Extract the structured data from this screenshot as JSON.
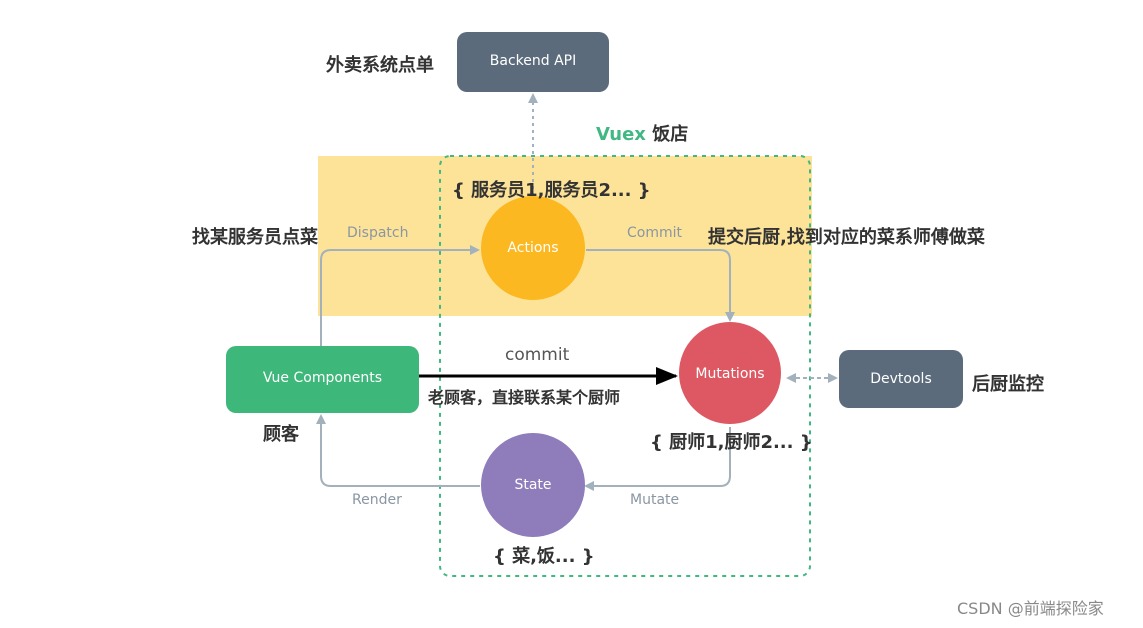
{
  "nodes": {
    "backend_api": "Backend API",
    "actions": "Actions",
    "vue_components": "Vue Components",
    "mutations": "Mutations",
    "devtools": "Devtools",
    "state": "State"
  },
  "edges": {
    "dispatch": "Dispatch",
    "commit_upper": "Commit",
    "commit_direct": "commit",
    "mutate": "Mutate",
    "render": "Render"
  },
  "annotations": {
    "takeout": "外卖系统点单",
    "store_vuex": "Vuex",
    "store_name": "饭店",
    "waiters": "{ 服务员1,服务员2... }",
    "find_waiter": "找某服务员点菜",
    "submit_kitchen": "提交后厨,找到对应的菜系师傅做菜",
    "customer": "顾客",
    "old_customer": "老顾客，直接联系某个厨师",
    "chefs": "{ 厨师1,厨师2... }",
    "kitchen_monitor": "后厨监控",
    "dishes": "{ 菜,饭... }"
  },
  "watermark": "CSDN @前端探险家",
  "colors": {
    "backend": "#5b6b7c",
    "actions": "#fbb820",
    "vue": "#3eb77b",
    "mutations": "#dd5862",
    "devtools": "#5b6b7c",
    "state": "#8e7cbb",
    "highlight": "#fde398",
    "vuex_green": "#41b883",
    "arrow": "#a3b1bd"
  }
}
